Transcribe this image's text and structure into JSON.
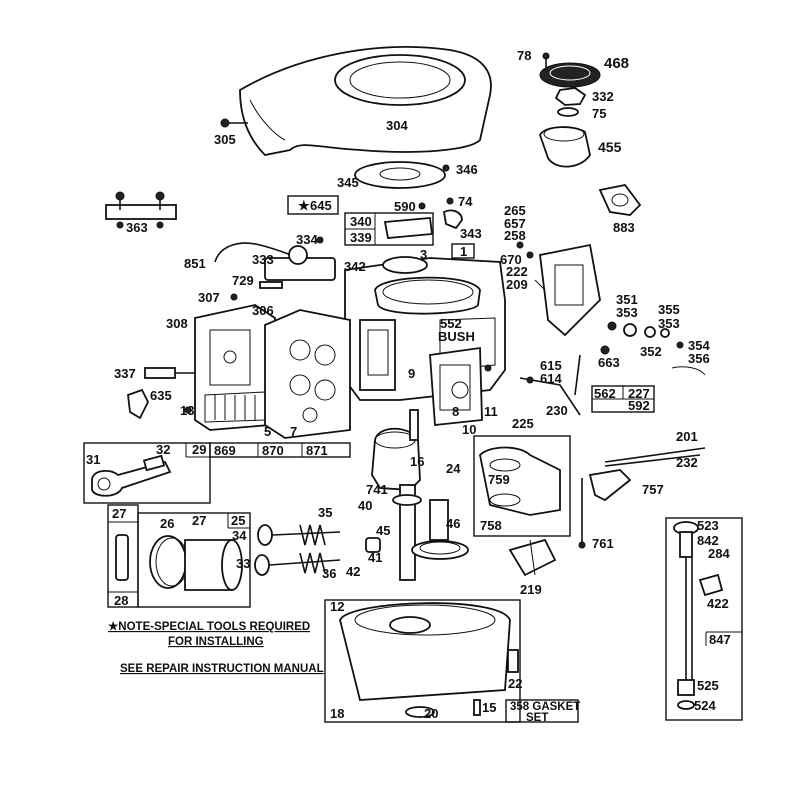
{
  "labels": {
    "l78": "78",
    "l468": "468",
    "l332": "332",
    "l75": "75",
    "l455": "455",
    "l304": "304",
    "l305": "305",
    "l345": "345",
    "l346": "346",
    "l883": "883",
    "l363": "363",
    "l645": "645",
    "l590": "590",
    "l74": "74",
    "l340": "340",
    "l339": "339",
    "l343": "343",
    "l265": "265",
    "l657": "657",
    "l258": "258",
    "l670": "670",
    "l222": "222",
    "l209": "209",
    "l334": "334",
    "l851": "851",
    "l333": "333",
    "l342": "342",
    "l3": "3",
    "l1": "1",
    "l729": "729",
    "l307": "307",
    "l306": "306",
    "l308": "308",
    "l552": "552",
    "lbush": "BUSH",
    "l351": "351",
    "l353a": "353",
    "l355": "355",
    "l353b": "353",
    "l352": "352",
    "l354": "354",
    "l356": "356",
    "l663": "663",
    "l337": "337",
    "l635": "635",
    "l9": "9",
    "l615": "615",
    "l614": "614",
    "l227": "227",
    "l562": "562",
    "l592": "592",
    "l13": "13",
    "l5": "5",
    "l7": "7",
    "l8": "8",
    "l11": "11",
    "l225": "225",
    "l230": "230",
    "l10": "10",
    "l201": "201",
    "l232": "232",
    "l31": "31",
    "l32": "32",
    "l29": "29",
    "l869": "869",
    "l870": "870",
    "l871": "871",
    "l16": "16",
    "l24": "24",
    "l759": "759",
    "l757": "757",
    "l741": "741",
    "l758": "758",
    "l27a": "27",
    "l26": "26",
    "l27b": "27",
    "l25": "25",
    "l35": "35",
    "l40": "40",
    "l45": "45",
    "l46": "46",
    "l761": "761",
    "l34": "34",
    "l523": "523",
    "l842": "842",
    "l284": "284",
    "l33": "33",
    "l36": "36",
    "l41": "41",
    "l42": "42",
    "l28": "28",
    "l219": "219",
    "l422": "422",
    "l12": "12",
    "l847": "847",
    "l22": "22",
    "l525": "525",
    "l18": "18",
    "l20": "20",
    "l15": "15",
    "l358": "358 GASKET",
    "lset": "SET",
    "l524": "524"
  },
  "notes": {
    "note1": "★NOTE-SPECIAL TOOLS REQUIRED",
    "note2": "FOR INSTALLING",
    "note3": "SEE REPAIR INSTRUCTION MANUAL"
  }
}
